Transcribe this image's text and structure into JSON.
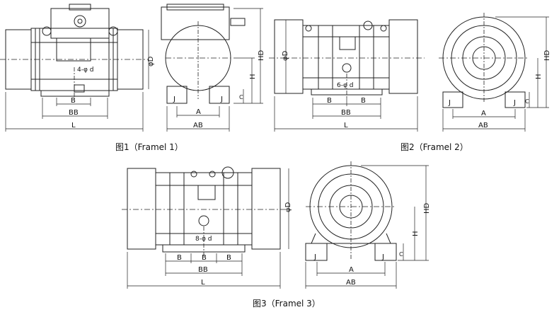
{
  "figures": [
    {
      "caption": "图1（Framel 1）",
      "front_labels": {
        "d_spec": "4-φ d",
        "B": "B",
        "BB": "BB",
        "L": "L",
        "D": "φD"
      },
      "side_labels": {
        "A": "A",
        "AB": "AB",
        "J": "J",
        "H": "H",
        "HD": "HD",
        "C": "C"
      }
    },
    {
      "caption": "图2（Framel 2）",
      "front_labels": {
        "d_spec": "6-φ d",
        "B": "B",
        "BB": "BB",
        "L": "L",
        "D": "φD"
      },
      "side_labels": {
        "A": "A",
        "AB": "AB",
        "J": "J",
        "H": "H",
        "HD": "HD",
        "C": "C"
      }
    },
    {
      "caption": "图3（Framel 3）",
      "front_labels": {
        "d_spec": "8-φ d",
        "B": "B",
        "BB": "BB",
        "L": "L",
        "D": "φD"
      },
      "side_labels": {
        "A": "A",
        "AB": "AB",
        "J": "J",
        "H": "H",
        "HD": "HD",
        "C": "C"
      }
    }
  ]
}
